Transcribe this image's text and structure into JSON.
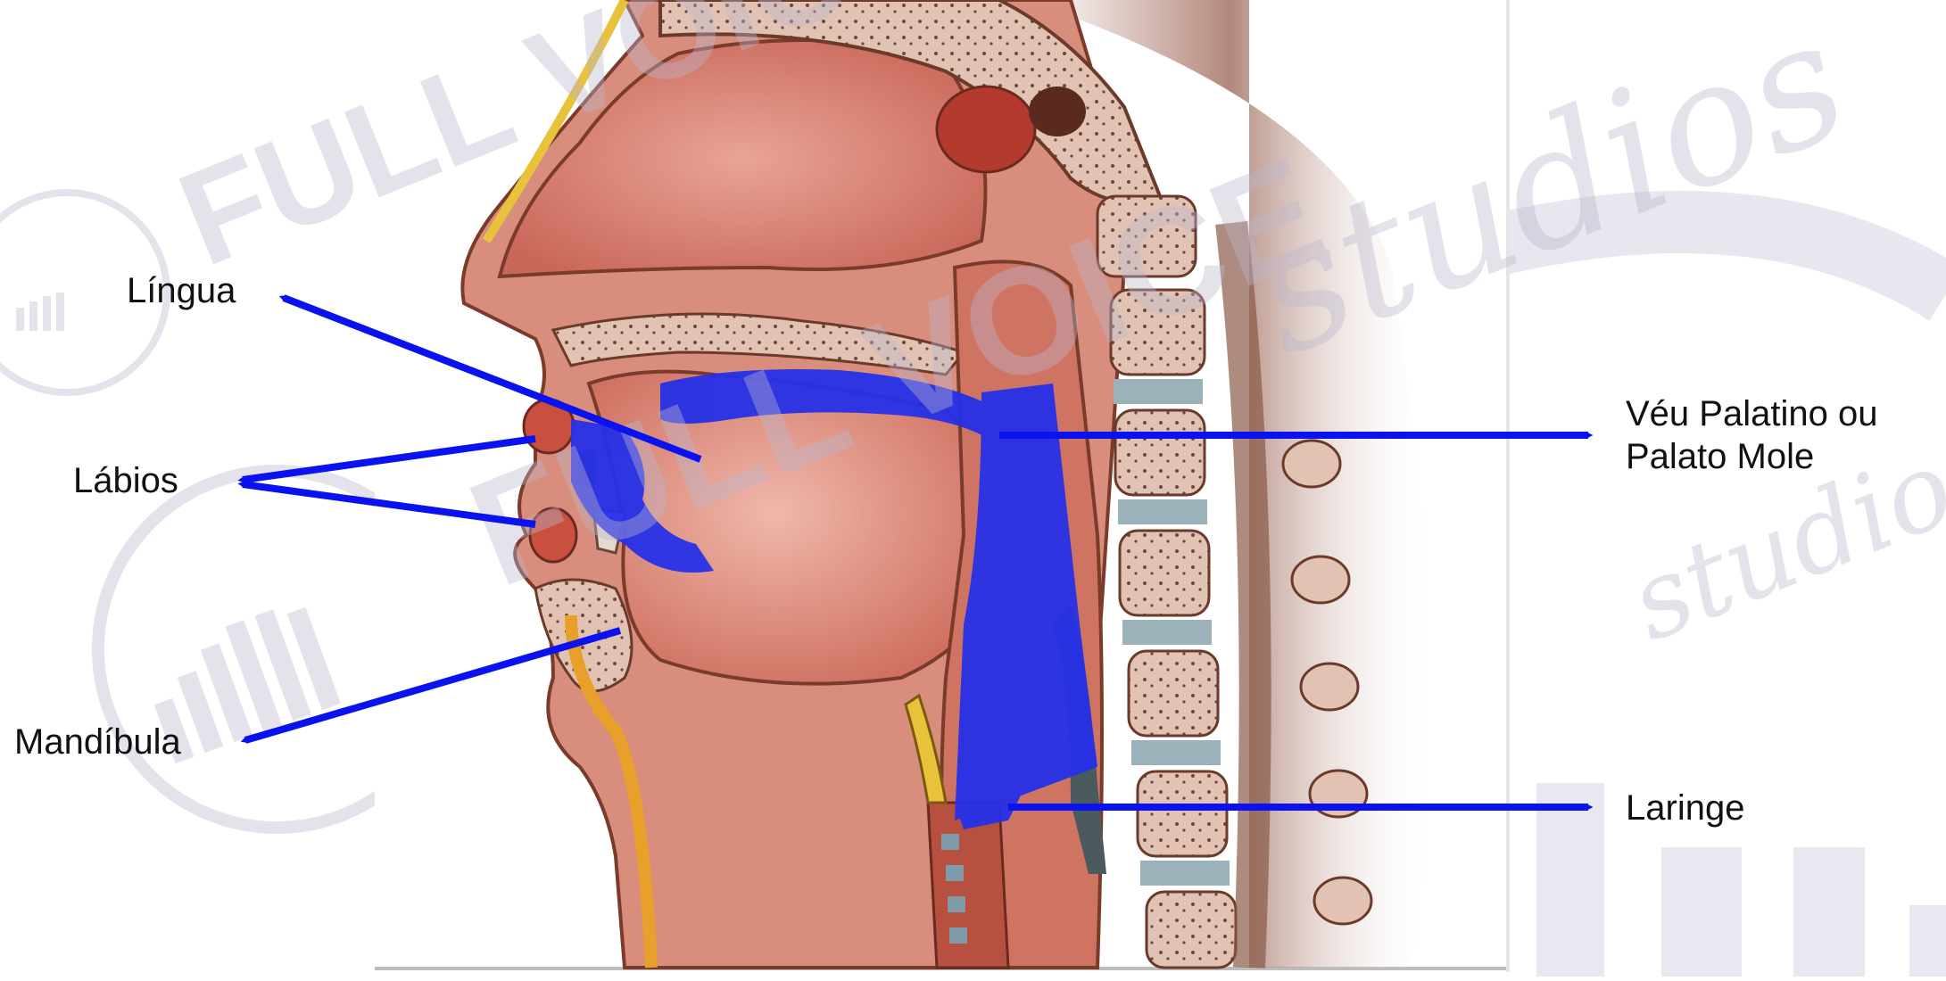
{
  "watermark": {
    "brand": "FULL VOICE",
    "script": "studios"
  },
  "labels": {
    "lingua": "Língua",
    "labios": "Lábios",
    "mandibula": "Mandíbula",
    "veu_line1": "Véu Palatino ou",
    "veu_line2": "Palato Mole",
    "laringe": "Laringe"
  },
  "colors": {
    "arrow": "#0a12f0",
    "highlight": "#2630e8",
    "watermark": "#c9c5d8"
  }
}
